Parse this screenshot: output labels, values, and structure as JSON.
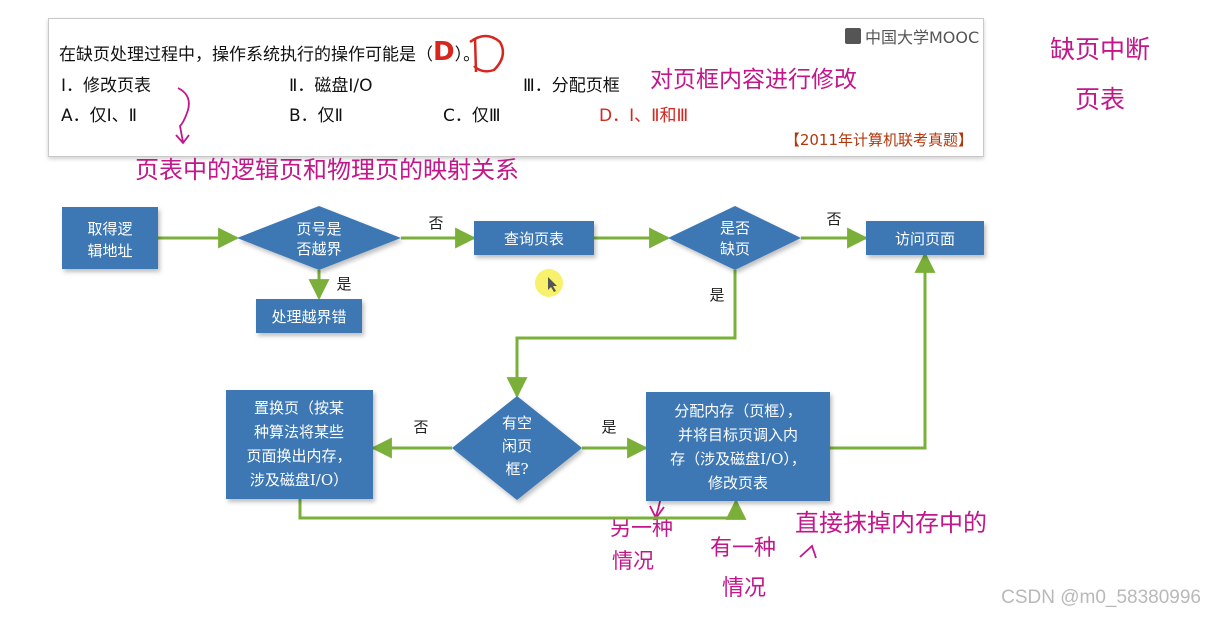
{
  "question": {
    "stem_prefix": "在缺页处理过程中，操作系统执行的操作可能是（",
    "stem_answer": "D",
    "stem_suffix": "）。",
    "item1": "Ⅰ．修改页表",
    "item2": "Ⅱ．磁盘I/O",
    "item3": "Ⅲ．分配页框",
    "optA": "A．仅Ⅰ、Ⅱ",
    "optB": "B．仅Ⅱ",
    "optC": "C．仅Ⅲ",
    "optD": "D．Ⅰ、Ⅱ和Ⅲ",
    "source": "【2011年计算机联考真题】",
    "logo": "中国大学MOOC"
  },
  "handwriting": {
    "note_item3": "对页框内容进行修改",
    "note_item1": "页表中的逻辑页和物理页的映射关系",
    "note_top_right_1": "缺页中断",
    "note_top_right_2": "页表",
    "note_other_1": "另一种",
    "note_other_2": "情况",
    "note_has_1": "有一种",
    "note_has_2": "情况",
    "note_direct": "直接抹掉内存中的"
  },
  "flow": {
    "get_addr_1": "取得逻",
    "get_addr_2": "辑地址",
    "page_oob_1": "页号是",
    "page_oob_2": "否越界",
    "handle_oob": "处理越界错",
    "query_table": "查询页表",
    "is_missing_1": "是否",
    "is_missing_2": "缺页",
    "access_page": "访问页面",
    "has_free_1": "有空",
    "has_free_2": "闲页",
    "has_free_3": "框?",
    "replace_1": "置换页（按某",
    "replace_2": "种算法将某些",
    "replace_3": "页面换出内存，",
    "replace_4": "涉及磁盘I/O）",
    "alloc_1": "分配内存（页框），",
    "alloc_2": "并将目标页调入内",
    "alloc_3": "存（涉及磁盘I/O），",
    "alloc_4": "修改页表",
    "label_no": "否",
    "label_yes": "是"
  },
  "colors": {
    "node": "#3e78b4",
    "edge": "#7ab03a",
    "handwriting": "#c2168a",
    "answer_red": "#d7261e"
  },
  "watermark": "CSDN @m0_58380996"
}
